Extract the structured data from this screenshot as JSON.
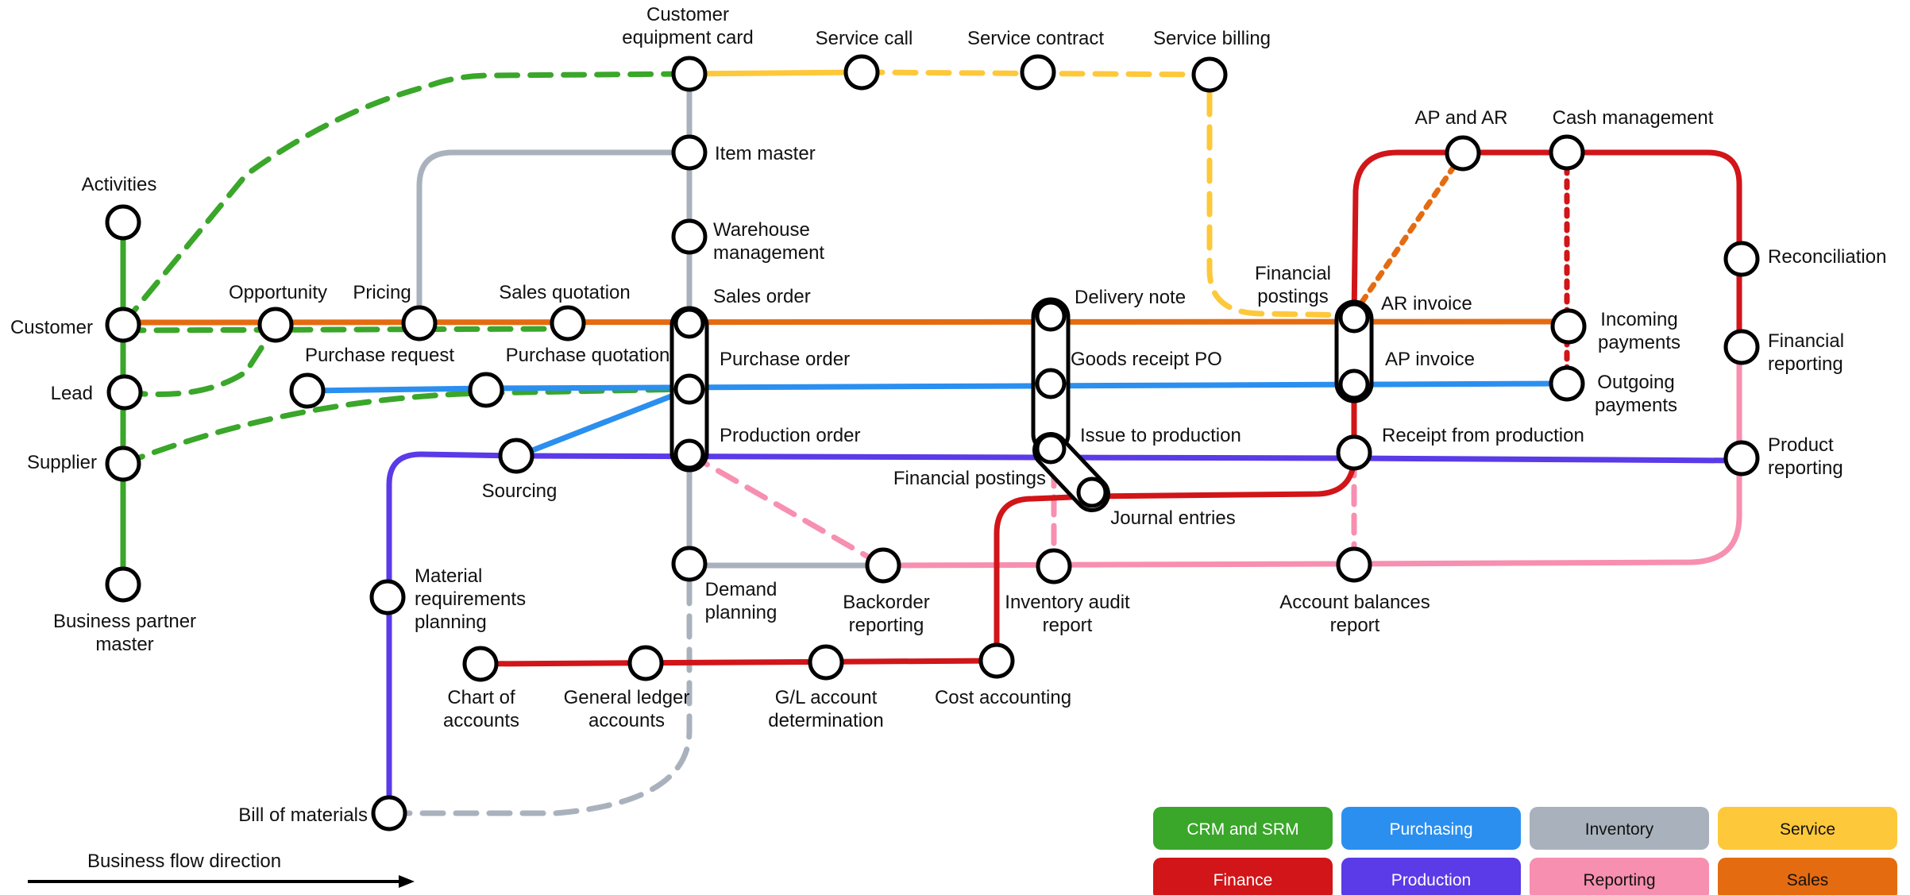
{
  "colors": {
    "crm": "#3aa62a",
    "purchasing": "#2b8fef",
    "inventory": "#a9b2bc",
    "service": "#fdc83a",
    "finance": "#d11518",
    "production": "#5b3ae8",
    "reporting": "#f78fb0",
    "sales": "#e56b10"
  },
  "stations": {
    "customer_equipment_card": [
      "Customer",
      "equipment card"
    ],
    "service_call": [
      "Service call"
    ],
    "service_contract": [
      "Service contract"
    ],
    "service_billing": [
      "Service billing"
    ],
    "item_master": [
      "Item master"
    ],
    "warehouse_management": [
      "Warehouse",
      "management"
    ],
    "activities": [
      "Activities"
    ],
    "customer": [
      "Customer"
    ],
    "opportunity": [
      "Opportunity"
    ],
    "pricing": [
      "Pricing"
    ],
    "sales_quotation": [
      "Sales quotation"
    ],
    "sales_order": [
      "Sales order"
    ],
    "lead": [
      "Lead"
    ],
    "purchase_request": [
      "Purchase request"
    ],
    "purchase_quotation": [
      "Purchase quotation"
    ],
    "purchase_order": [
      "Purchase order"
    ],
    "supplier": [
      "Supplier"
    ],
    "sourcing": [
      "Sourcing"
    ],
    "production_order": [
      "Production order"
    ],
    "business_partner_master": [
      "Business partner",
      "master"
    ],
    "material_requirements_planning": [
      "Material",
      "requirements",
      "planning"
    ],
    "demand_planning": [
      "Demand",
      "planning"
    ],
    "backorder_reporting": [
      "Backorder",
      "reporting"
    ],
    "delivery_note": [
      "Delivery note"
    ],
    "goods_receipt_po": [
      "Goods receipt PO"
    ],
    "issue_to_production": [
      "Issue to production"
    ],
    "financial_postings_left": [
      "Financial postings"
    ],
    "journal_entries": [
      "Journal entries"
    ],
    "inventory_audit_report": [
      "Inventory audit",
      "report"
    ],
    "chart_of_accounts": [
      "Chart of",
      "accounts"
    ],
    "general_ledger_accounts": [
      "General ledger",
      "accounts"
    ],
    "gl_account_determination": [
      "G/L account",
      "determination"
    ],
    "cost_accounting": [
      "Cost accounting"
    ],
    "bill_of_materials": [
      "Bill of materials"
    ],
    "financial_postings_right": [
      "Financial",
      "postings"
    ],
    "ar_invoice": [
      "AR invoice"
    ],
    "ap_invoice": [
      "AP invoice"
    ],
    "receipt_from_production": [
      "Receipt from production"
    ],
    "account_balances_report": [
      "Account balances",
      "report"
    ],
    "ap_and_ar": [
      "AP and AR"
    ],
    "cash_management": [
      "Cash management"
    ],
    "incoming_payments": [
      "Incoming",
      "payments"
    ],
    "outgoing_payments": [
      "Outgoing",
      "payments"
    ],
    "reconciliation": [
      "Reconciliation"
    ],
    "financial_reporting": [
      "Financial",
      "reporting"
    ],
    "product_reporting": [
      "Product",
      "reporting"
    ]
  },
  "flow_label": "Business flow direction",
  "legend": [
    {
      "label": "CRM and SRM",
      "color": "#3aa62a",
      "text_color": "#ffffff"
    },
    {
      "label": "Purchasing",
      "color": "#2b8fef",
      "text_color": "#ffffff"
    },
    {
      "label": "Inventory",
      "color": "#a9b2bc",
      "text_color": "#111111"
    },
    {
      "label": "Service",
      "color": "#fdc83a",
      "text_color": "#111111"
    },
    {
      "label": "Finance",
      "color": "#d11518",
      "text_color": "#ffffff"
    },
    {
      "label": "Production",
      "color": "#5b3ae8",
      "text_color": "#ffffff"
    },
    {
      "label": "Reporting",
      "color": "#f78fb0",
      "text_color": "#111111"
    },
    {
      "label": "Sales",
      "color": "#e56b10",
      "text_color": "#111111"
    }
  ]
}
